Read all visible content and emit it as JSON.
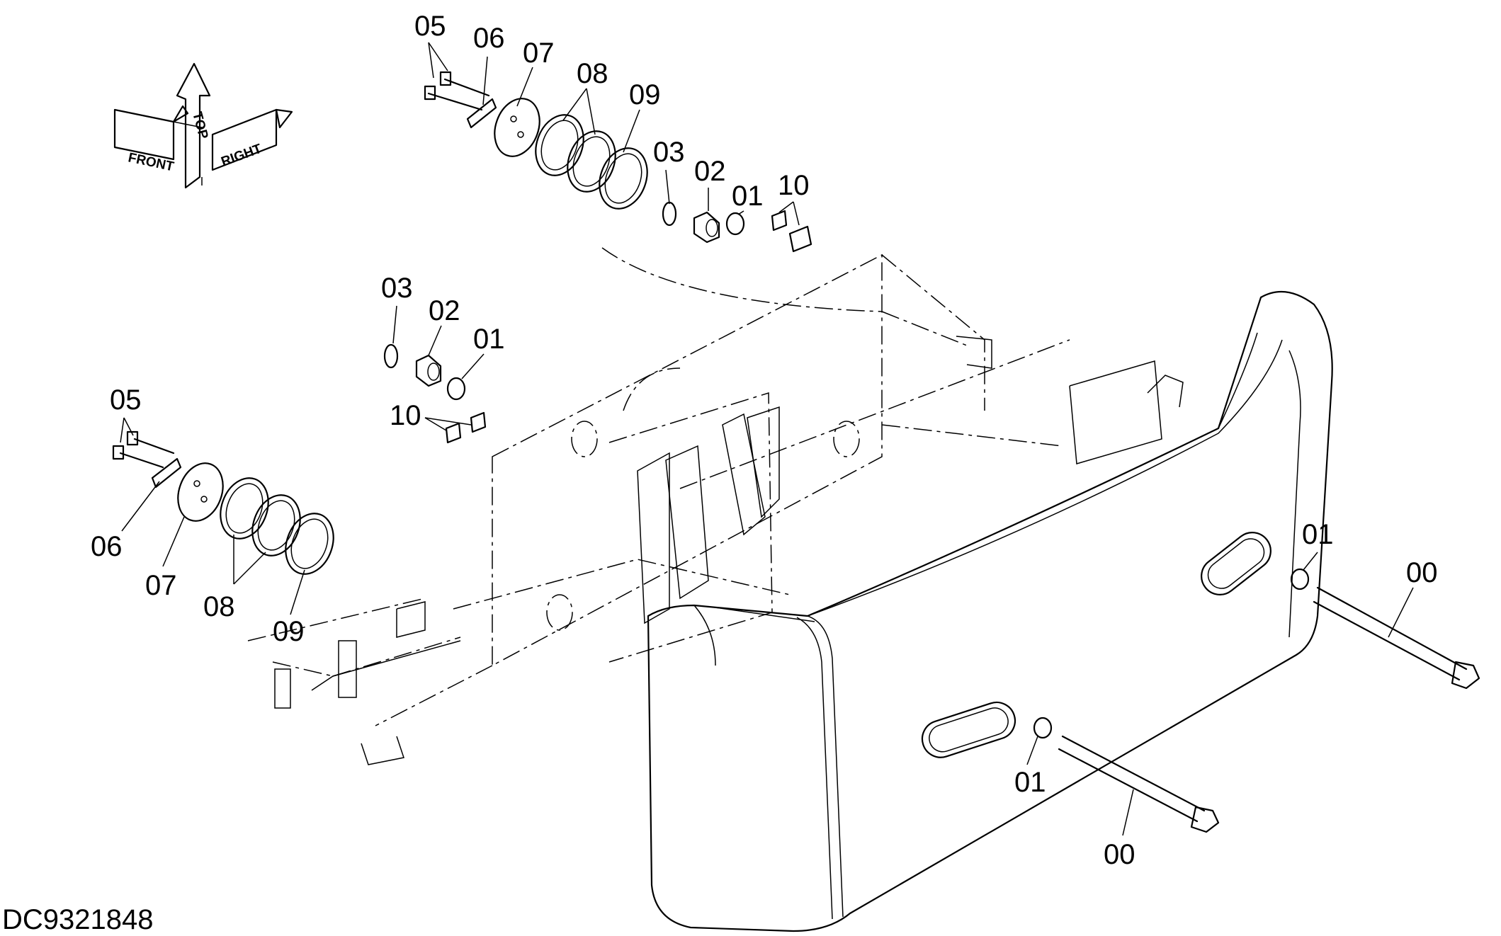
{
  "drawing_code": "DC9321848",
  "orientation": {
    "front": "FRONT",
    "top": "TOP",
    "right": "RIGHT"
  },
  "callouts": {
    "c00a": "00",
    "c00b": "00",
    "c01a": "01",
    "c01b": "01",
    "c01c": "01",
    "c01d": "01",
    "c02a": "02",
    "c02b": "02",
    "c03a": "03",
    "c03b": "03",
    "c05a": "05",
    "c05b": "05",
    "c06a": "06",
    "c06b": "06",
    "c07a": "07",
    "c07b": "07",
    "c08a": "08",
    "c08b": "08",
    "c09a": "09",
    "c09b": "09",
    "c10a": "10",
    "c10b": "10"
  }
}
